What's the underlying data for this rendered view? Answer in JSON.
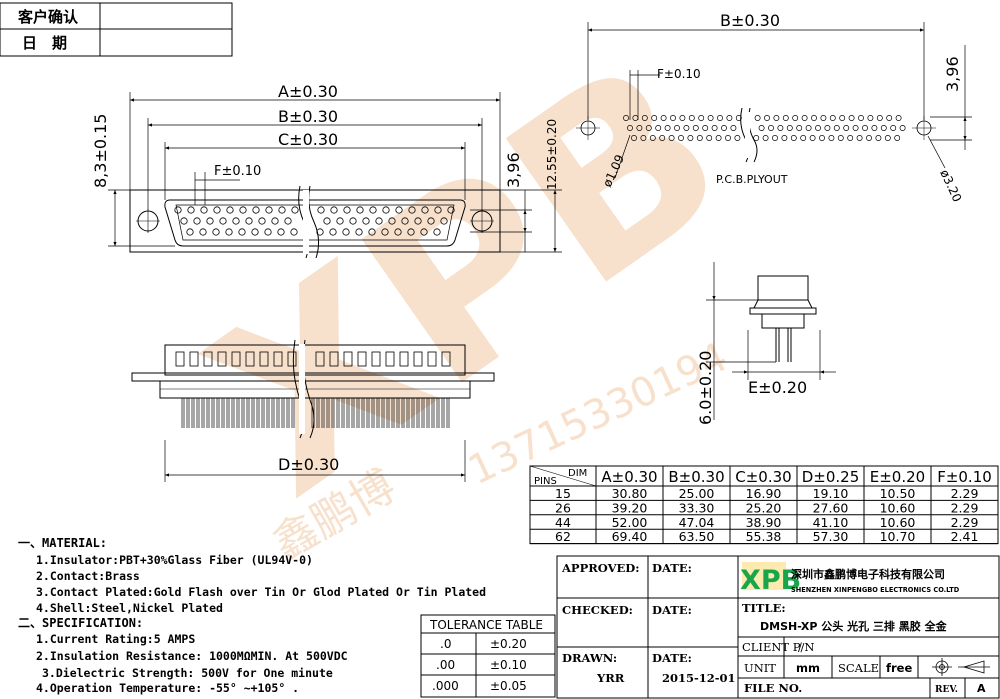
{
  "header": {
    "confirm_label": "客户确认",
    "date_label": "日　期"
  },
  "watermark": {
    "logo": "XPB",
    "phone": "13715330194",
    "name": "鑫鹏博"
  },
  "front_view": {
    "dim_a": "A±0.30",
    "dim_b": "B±0.30",
    "dim_c": "C±0.30",
    "dim_f": "F±0.10",
    "dim_height": "8,3±0.15",
    "dim_396": "3,96",
    "dim_1255": "12.55±0.20"
  },
  "side_view": {
    "dim_d": "D±0.30"
  },
  "pcb_view": {
    "dim_b": "B±0.30",
    "dim_f": "F±0.10",
    "dim_396": "3,96",
    "hole_dia": "ø1.09",
    "mount_dia": "ø3.20",
    "label": "P.C.B.PLYOUT"
  },
  "end_view": {
    "dim_6": "6.0±0.20",
    "dim_e": "E±0.20"
  },
  "dim_table": {
    "corner_dim": "DIM",
    "corner_pins": "PINS",
    "headers": [
      "A±0.30",
      "B±0.30",
      "C±0.30",
      "D±0.25",
      "E±0.20",
      "F±0.10"
    ],
    "rows": [
      [
        "15",
        "30.80",
        "25.00",
        "16.90",
        "19.10",
        "10.50",
        "2.29"
      ],
      [
        "26",
        "39.20",
        "33.30",
        "25.20",
        "27.60",
        "10.60",
        "2.29"
      ],
      [
        "44",
        "52.00",
        "47.04",
        "38.90",
        "41.10",
        "10.60",
        "2.29"
      ],
      [
        "62",
        "69.40",
        "63.50",
        "55.38",
        "57.30",
        "10.70",
        "2.41"
      ]
    ]
  },
  "notes": {
    "material_title": "一、MATERIAL:",
    "material": [
      "1.Insulator:PBT+30%Glass Fiber (UL94V-0)",
      "2.Contact:Brass",
      "3.Contact Plated:Gold Flash over Tin Or Glod Plated Or Tin Plated",
      "4.Shell:Steel,Nickel Plated"
    ],
    "spec_title": "二、SPECIFICATION:",
    "spec": [
      "1.Current Rating:5 AMPS",
      "2.Insulation Resistance: 1000MΩMIN. At 500VDC",
      "3.Dielectric Strength: 500V for One minute",
      "4.Operation Temperature: -55° ~+105° ."
    ]
  },
  "tolerance": {
    "title": "TOLERANCE TABLE",
    "rows": [
      [
        ".0",
        "±0.20"
      ],
      [
        ".00",
        "±0.10"
      ],
      [
        ".000",
        "±0.05"
      ]
    ]
  },
  "title_block": {
    "approved": "APPROVED:",
    "date": "DATE:",
    "checked": "CHECKED:",
    "drawn": "DRAWN:",
    "drawn_by": "YRR",
    "drawn_date": "2015-12-01",
    "logo": "XPB",
    "company_cn": "深圳市鑫鹏博电子科技有限公司",
    "company_en": "SHENZHEN XINPENGBO ELECTRONICS CO.LTD",
    "title_label": "TITLE:",
    "title_value": "DMSH-XP 公头 光孔 三排  黑胶 全金",
    "client_pn_label": "CLIENT P/N",
    "client_pn_value": "/",
    "unit_label": "UNIT",
    "unit_value": "mm",
    "scale_label": "SCALE",
    "scale_value": "free",
    "file_no_label": "FILE NO.",
    "rev_label": "REV.",
    "rev_value": "A"
  },
  "colors": {
    "watermark": "#f2c9a4",
    "logo_green": "#19a64a",
    "logo_yellow": "#f6c21a",
    "line": "#000000"
  }
}
